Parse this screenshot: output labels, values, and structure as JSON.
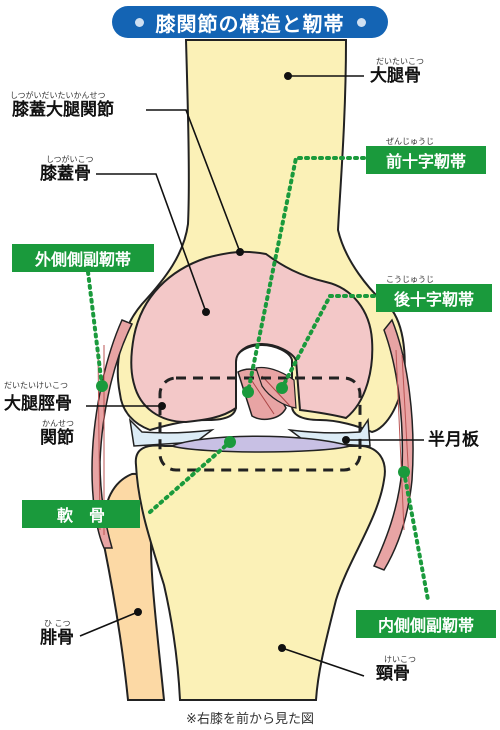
{
  "title": "膝関節の構造と靭帯",
  "labels": {
    "femur": {
      "text": "大腿骨",
      "ruby": "だいたいこつ"
    },
    "patellofemoral": {
      "text": "膝蓋大腿関節",
      "ruby": "しつがいだいたいかんせつ"
    },
    "patella": {
      "text": "膝蓋骨",
      "ruby": "しつがいこつ"
    },
    "acl": {
      "text": "前十字靭帯",
      "ruby": "ぜんじゅうじ"
    },
    "lcl": {
      "text": "外側側副靭帯"
    },
    "pcl": {
      "text": "後十字靭帯",
      "ruby": "こうじゅうじ"
    },
    "femorotibial_1": {
      "text": "大腿脛骨",
      "ruby": "だいたいけいこつ"
    },
    "femorotibial_2": {
      "text": "関節",
      "ruby": "かんせつ"
    },
    "meniscus": {
      "text": "半月板"
    },
    "cartilage": {
      "text": "軟　骨"
    },
    "mcl": {
      "text": "内側側副靭帯"
    },
    "fibula": {
      "text": "腓骨",
      "ruby": "ひ こつ"
    },
    "tibia": {
      "text": "頸骨",
      "ruby": "けいこつ"
    }
  },
  "footnote": "※右膝を前から見た図",
  "colors": {
    "title_bg": "#1464b4",
    "bone": "#fbf1b7",
    "fibula": "#fcd9a5",
    "patella": "#f3c8c8",
    "ligament": "#e8a4a4",
    "meniscus": "#dcecf6",
    "cartilage": "#c8c0e4",
    "green": "#1a9a3c"
  }
}
